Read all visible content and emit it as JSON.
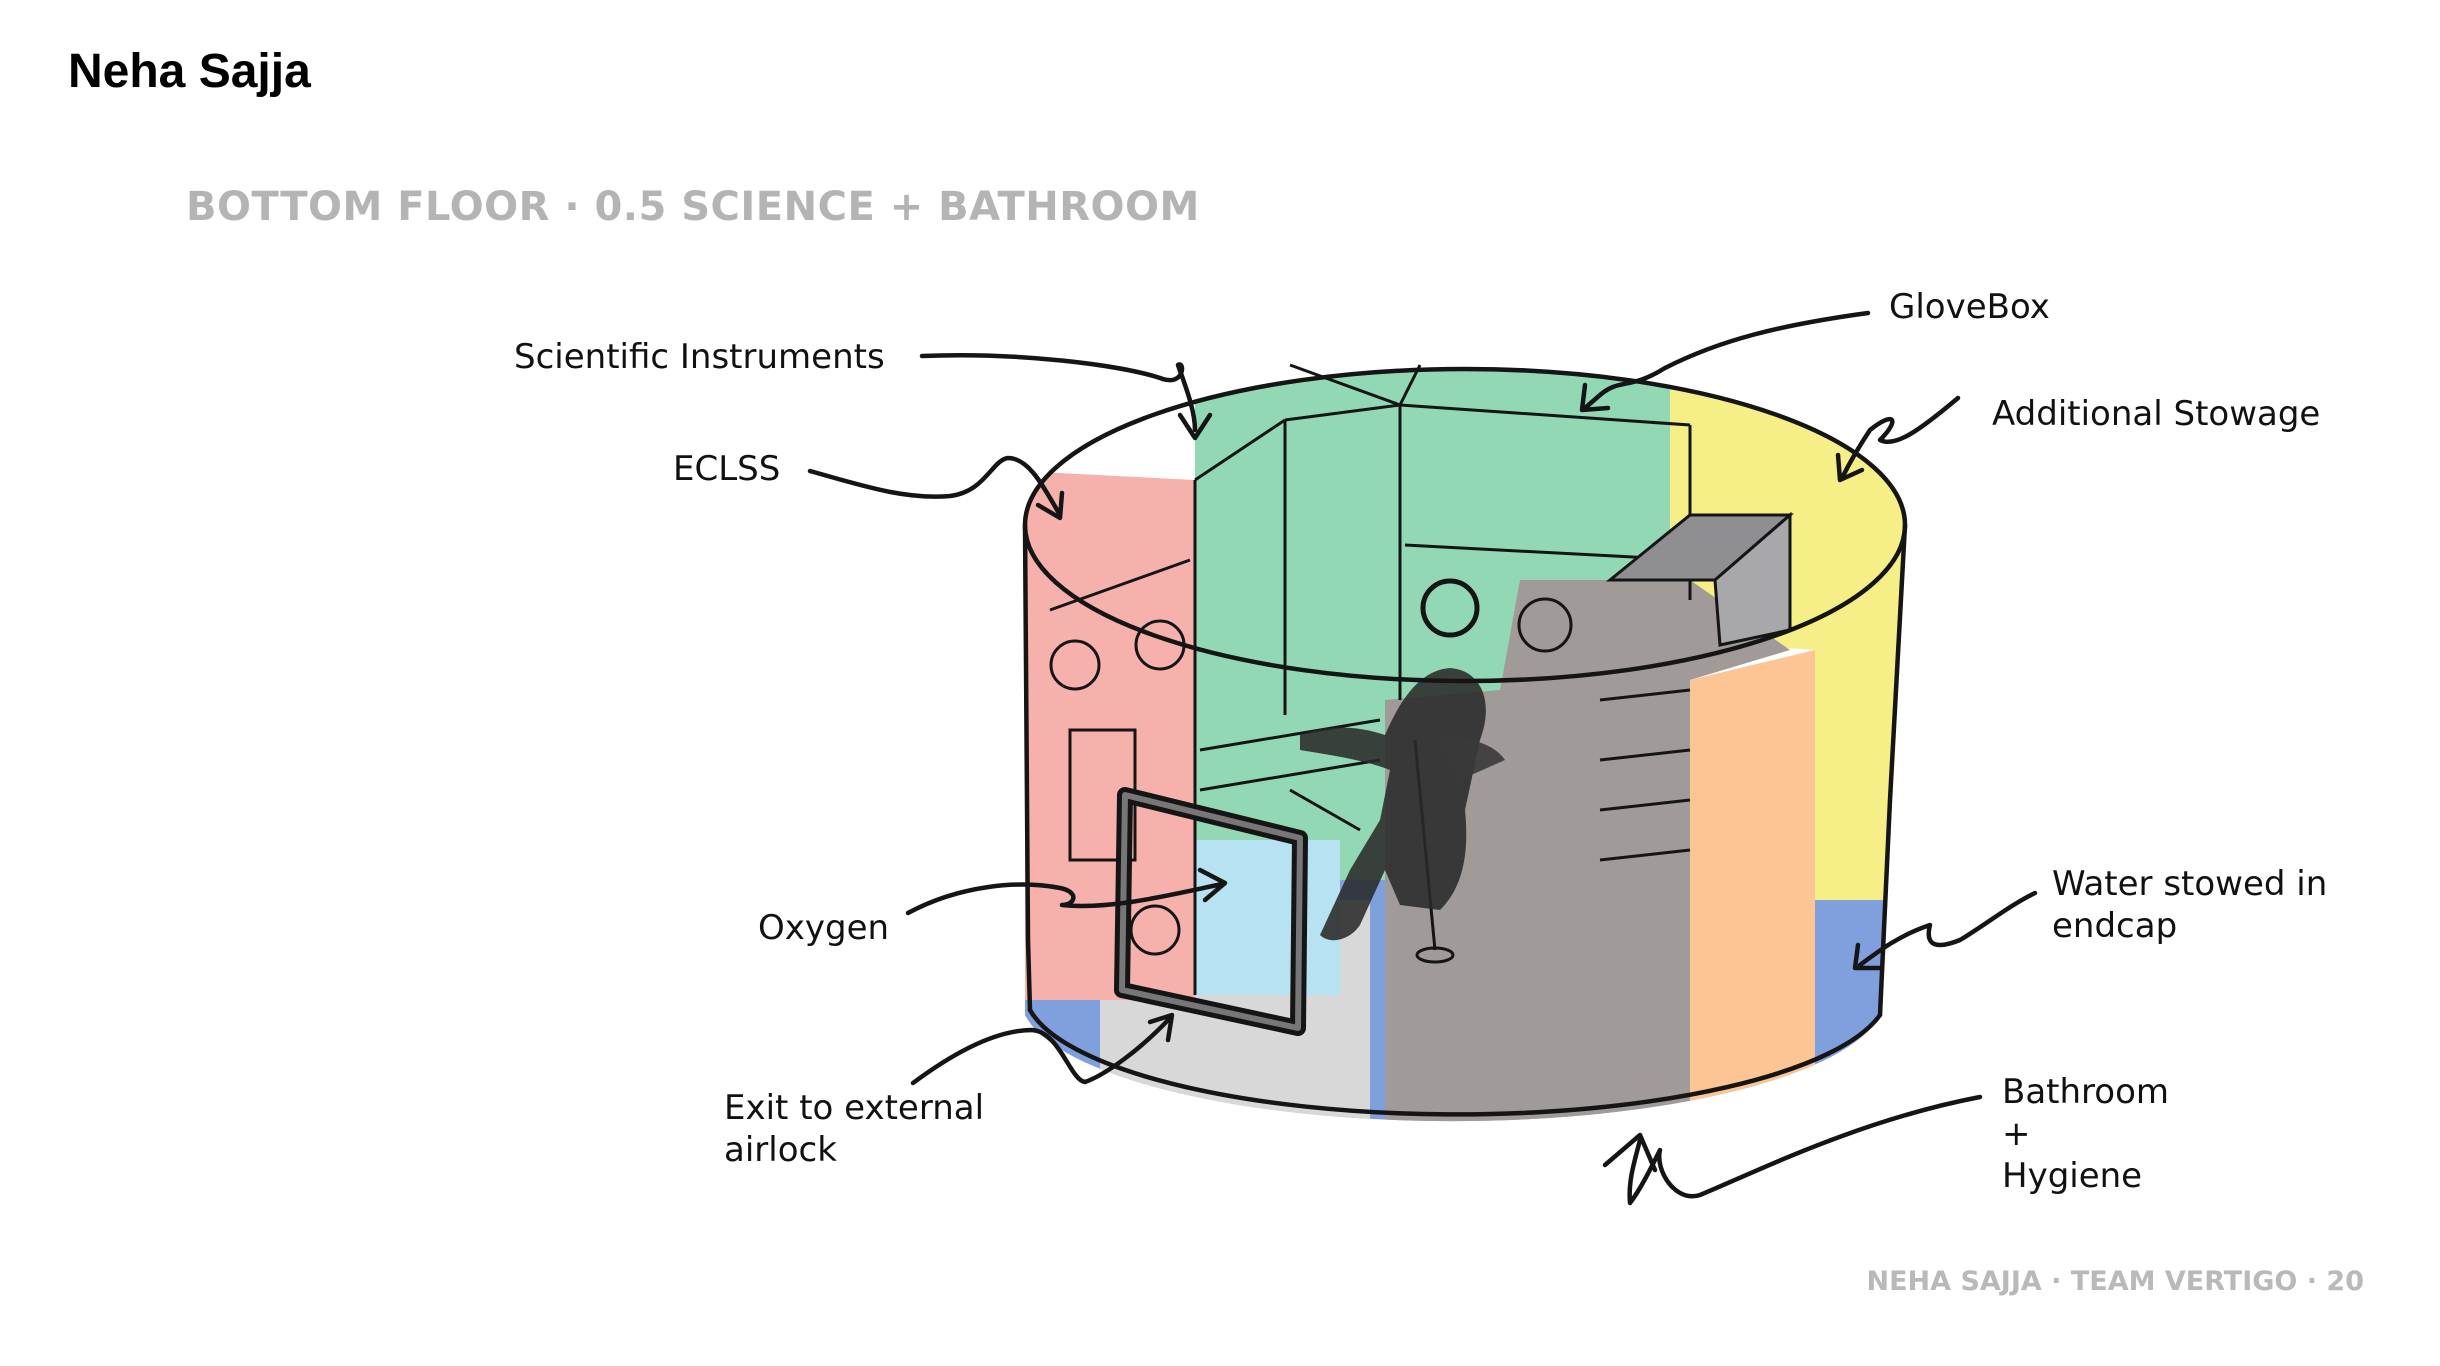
{
  "header": {
    "author": "Neha Sajja"
  },
  "slide": {
    "title": "BOTTOM FLOOR · 0.5 SCIENCE + BATHROOM"
  },
  "footer": {
    "text": "NEHA SAJJA · TEAM VERTIGO · 20"
  },
  "labels": {
    "scientific_instruments": "Scientific Instruments",
    "glovebox": "GloveBox",
    "additional_stowage": "Additional Stowage",
    "eclss": "ECLSS",
    "oxygen": "Oxygen",
    "water": {
      "line1": "Water stowed in",
      "line2": "endcap"
    },
    "exit": {
      "line1": "Exit to external",
      "line2": "airlock"
    },
    "bathroom": {
      "line1": "Bathroom",
      "line2": "+",
      "line3": "Hygiene"
    }
  },
  "colors": {
    "eclss_zone": "#f6b1ac",
    "science_zone": "#93d8b5",
    "stowage_zone": "#f6ee86",
    "bathroom_zone": "#a09a98",
    "bathroom_accent": "#fdc494",
    "oxygen_zone": "#b6e2f2",
    "water_endcap": "#7f9fdd",
    "ink": "#151515"
  }
}
